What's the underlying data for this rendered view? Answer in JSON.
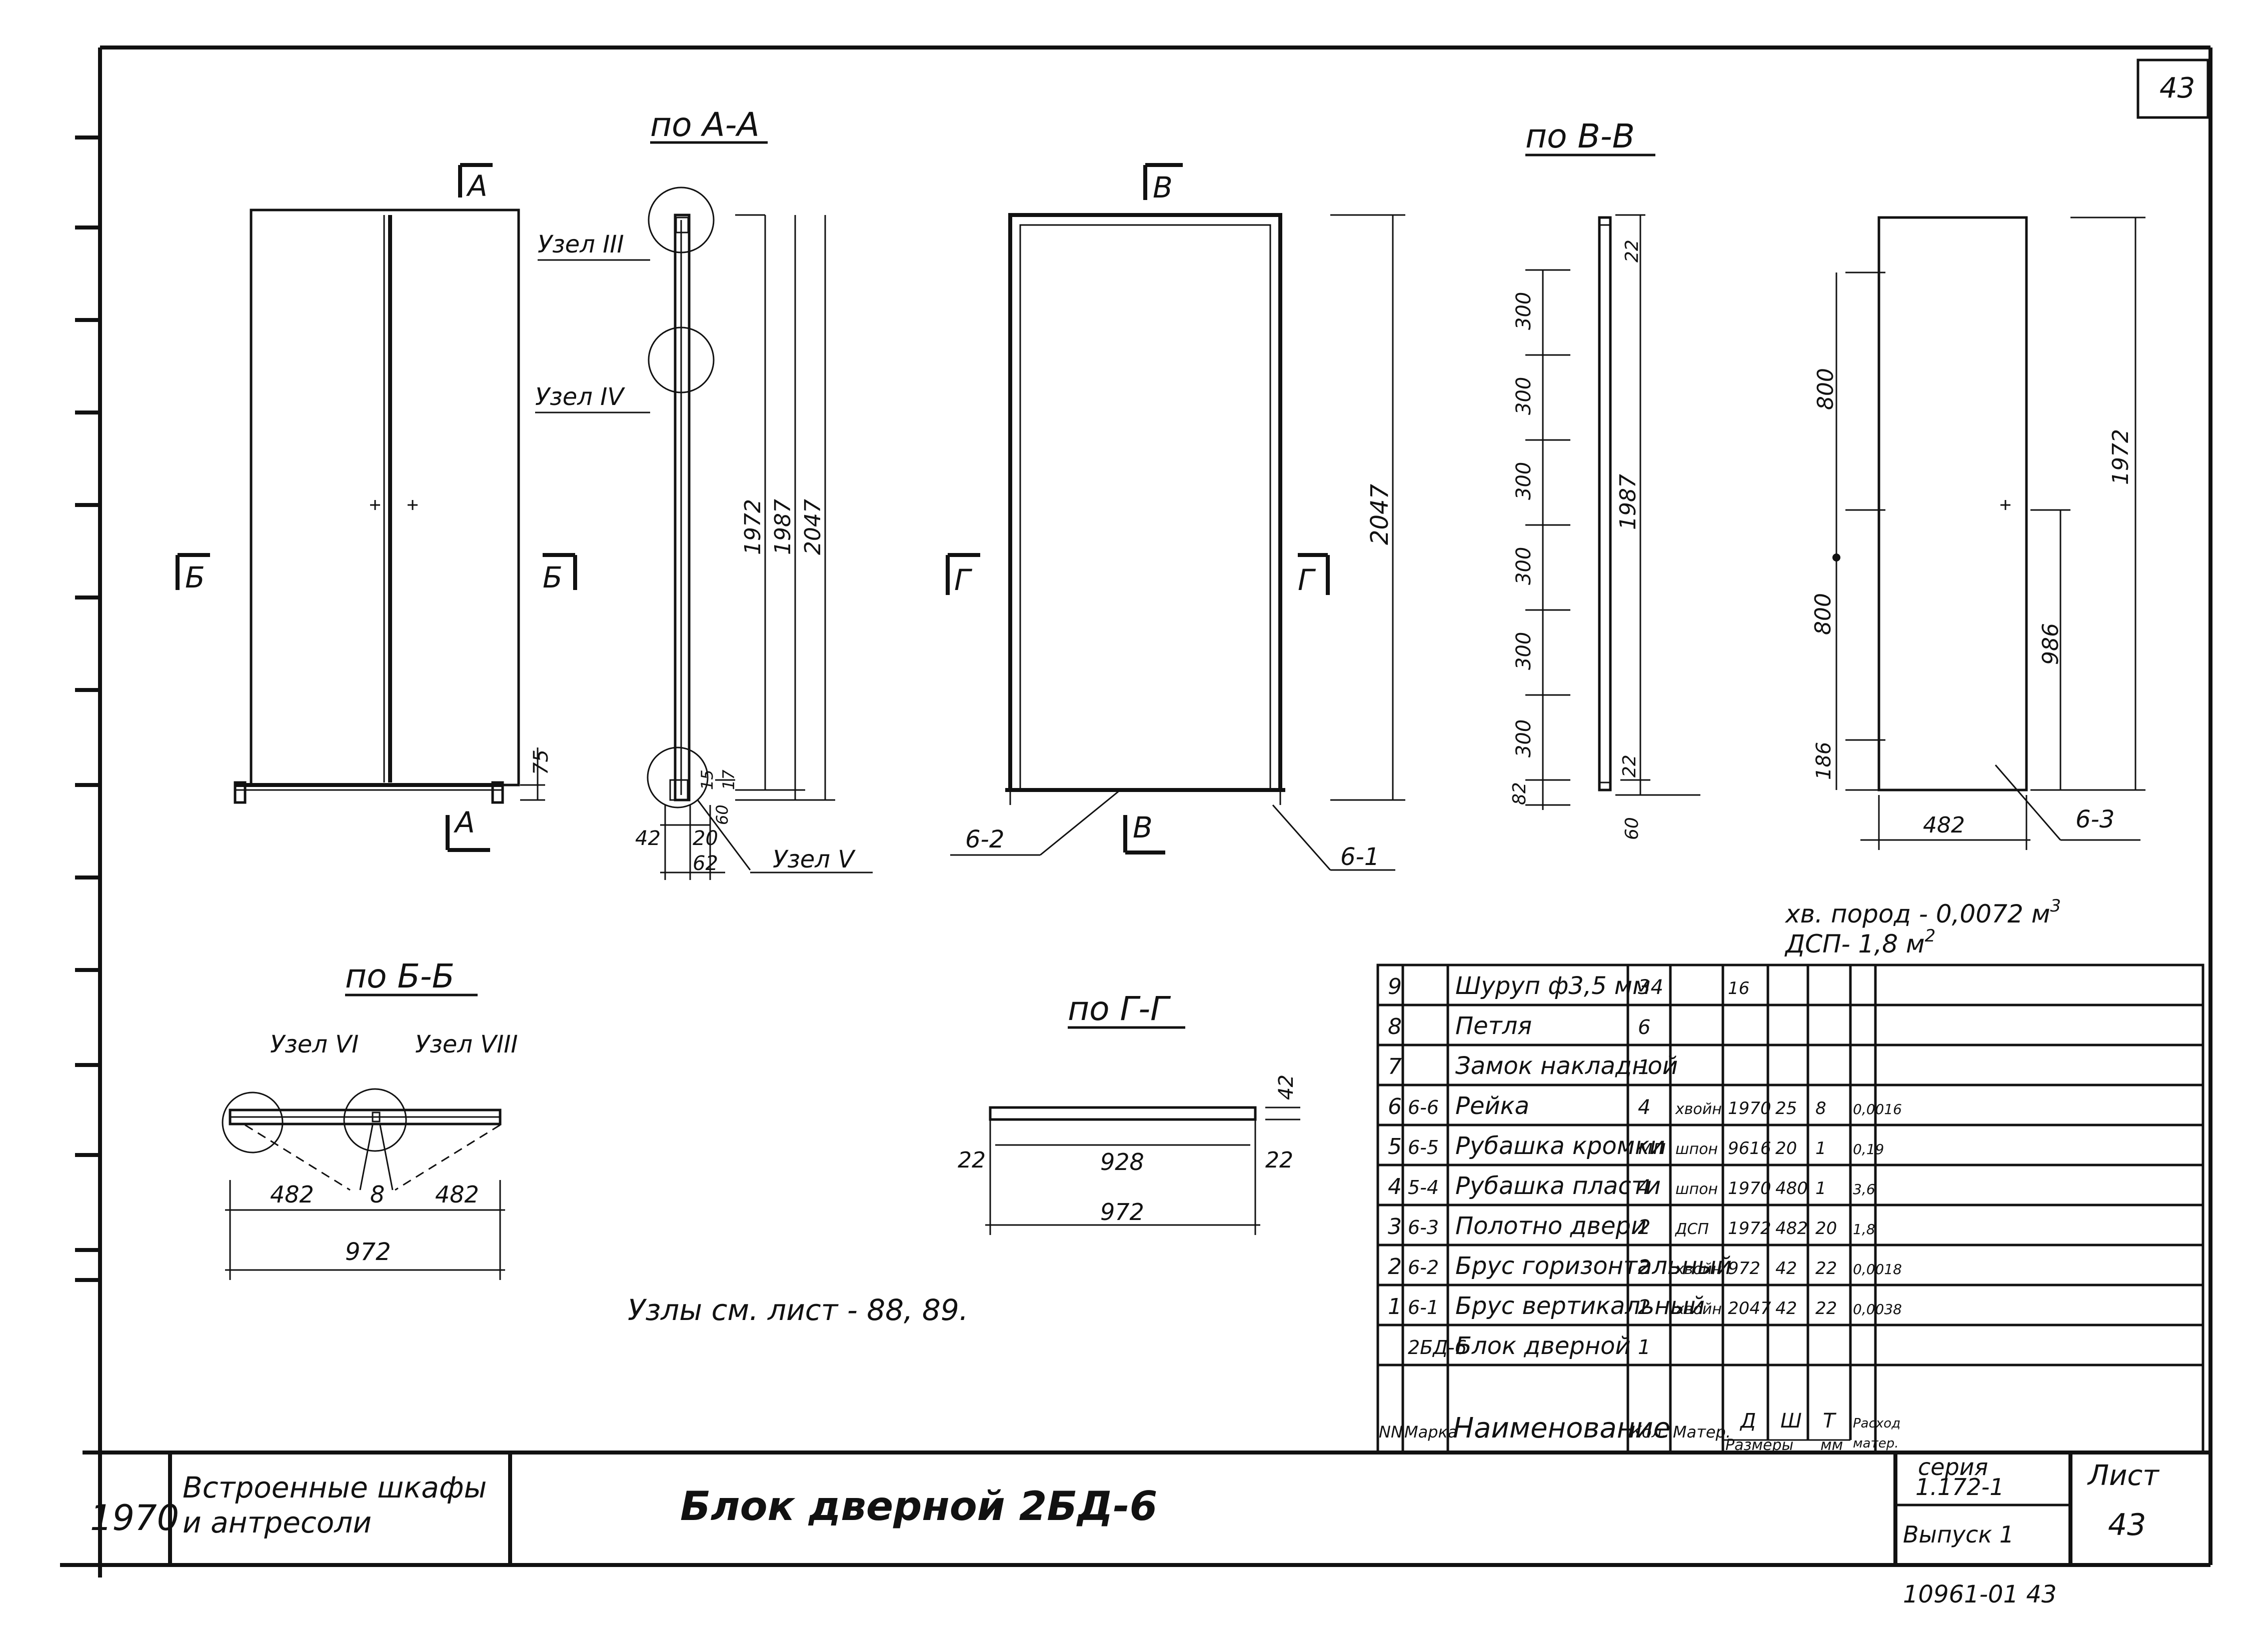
{
  "sheet_corner": "43",
  "section_titles": {
    "aa": "по А-А",
    "vv": "по В-В",
    "bb": "по Б-Б",
    "gg": "по Г-Г"
  },
  "cut_marks": {
    "a": "А",
    "b": "Б",
    "v": "В",
    "g": "Г"
  },
  "nodes": {
    "n3": "Узел III",
    "n4": "Узел IV",
    "n5": "Узел V",
    "n6": "Узел VI",
    "n8": "Узел VIII"
  },
  "view1": {
    "dim_75": "75"
  },
  "view_aa": {
    "d1972": "1972",
    "d1987": "1987",
    "d2047": "2047",
    "d15": "15",
    "d17": "17",
    "d60": "60",
    "d42": "42",
    "d20": "20",
    "d62": "62"
  },
  "view_frame": {
    "d2047": "2047",
    "lbl_b2": "6-2",
    "lbl_b1": "6-1"
  },
  "view_vv": {
    "dims": [
      "300",
      "300",
      "300",
      "300",
      "300",
      "300",
      "82"
    ],
    "d1987": "1987",
    "d22top": "22",
    "d22bot": "22",
    "d60": "60"
  },
  "view_leaf": {
    "d800a": "800",
    "d800b": "800",
    "d186": "186",
    "d1972": "1972",
    "d986": "986",
    "d482": "482",
    "lbl_b3": "6-3"
  },
  "view_bb": {
    "d482l": "482",
    "d8": "8",
    "d482r": "482",
    "d972": "972"
  },
  "view_gg": {
    "d42": "42",
    "d22l": "22",
    "d928": "928",
    "d22r": "22",
    "d972": "972"
  },
  "nodes_note": "Узлы  см.  лист - 88, 89.",
  "materials": {
    "line1_prefix": "хв. пород  -  0,0072 м",
    "line1_sup": "3",
    "line2_prefix": "ДСП- 1,8 м",
    "line2_sup": "2"
  },
  "spec": {
    "header": {
      "nn": "NN",
      "marka": "Марка",
      "name": "Наименование",
      "qty": "Кол.",
      "mat": "Матер.",
      "d": "Д",
      "sh": "Ш",
      "t": "Т",
      "sizes": "Размеры",
      "mm": "мм",
      "rashod1": "Расход",
      "rashod2": "матер."
    },
    "rows": [
      {
        "n": "9",
        "mark": "",
        "name": "Шуруп ф3,5 мм",
        "qty": "34",
        "mat": "",
        "d": "16",
        "w": "",
        "t": "",
        "r": ""
      },
      {
        "n": "8",
        "mark": "",
        "name": "Петля",
        "qty": "6",
        "mat": "",
        "d": "",
        "w": "",
        "t": "",
        "r": ""
      },
      {
        "n": "7",
        "mark": "",
        "name": "Замок накладной",
        "qty": "1",
        "mat": "",
        "d": "",
        "w": "",
        "t": "",
        "r": ""
      },
      {
        "n": "6",
        "mark": "6-6",
        "name": "Рейка",
        "qty": "4",
        "mat": "хвойн",
        "d": "1970",
        "w": "25",
        "t": "8",
        "r": "0,0016"
      },
      {
        "n": "5",
        "mark": "6-5",
        "name": "Рубашка кромки",
        "qty": "мп",
        "mat": "шпон",
        "d": "9616",
        "w": "20",
        "t": "1",
        "r": "0,19"
      },
      {
        "n": "4",
        "mark": "5-4",
        "name": "Рубашка пласти",
        "qty": "4",
        "mat": "шпон",
        "d": "1970",
        "w": "480",
        "t": "1",
        "r": "3,6"
      },
      {
        "n": "3",
        "mark": "6-3",
        "name": "Полотно двери",
        "qty": "2",
        "mat": "ДСП",
        "d": "1972",
        "w": "482",
        "t": "20",
        "r": "1,8"
      },
      {
        "n": "2",
        "mark": "6-2",
        "name": "Брус горизонтальный",
        "qty": "2",
        "mat": "хвойн",
        "d": "972",
        "w": "42",
        "t": "22",
        "r": "0,0018"
      },
      {
        "n": "1",
        "mark": "6-1",
        "name": "Брус вертикальный",
        "qty": "2",
        "mat": "хвойн",
        "d": "2047",
        "w": "42",
        "t": "22",
        "r": "0,0038"
      },
      {
        "n": "",
        "mark": "2БД-6",
        "name": "Блок дверной",
        "qty": "1",
        "mat": "",
        "d": "",
        "w": "",
        "t": "",
        "r": ""
      }
    ]
  },
  "title_block": {
    "year": "1970",
    "series_title_1": "Встроенные шкафы",
    "series_title_2": "и антресоли",
    "drawing_title": "Блок  дверной  2БД-6",
    "seria_label": "серия",
    "seria_value": "1.172-1",
    "vypusk": "Выпуск 1",
    "list_label": "Лист",
    "list_value": "43"
  },
  "footer_stamp": "10961-01    43"
}
